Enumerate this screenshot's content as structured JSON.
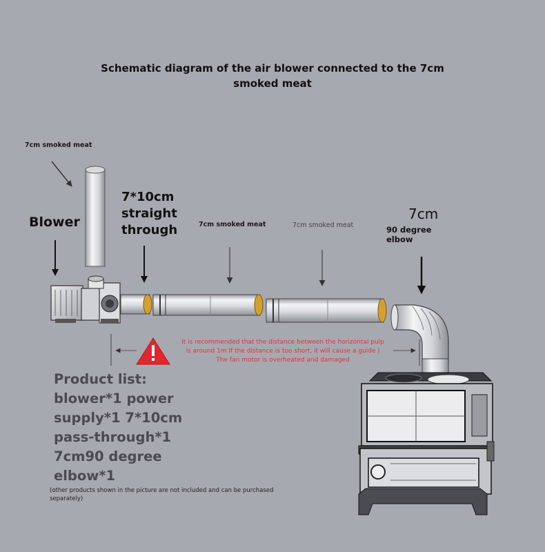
{
  "title_line1": "Schematic diagram of the air blower connected to the 7cm",
  "title_line2": "smoked meat",
  "labels": {
    "vertical_pipe": "7cm smoked meat",
    "blower": "Blower",
    "straight_line1": "7*10cm",
    "straight_line2": "straight",
    "straight_line3": "through",
    "pipe_1": "7cm smoked meat",
    "pipe_2": "7cm smoked meat",
    "elbow_size": "7cm",
    "elbow_line1": "90 degree",
    "elbow_line2": "elbow"
  },
  "warning": {
    "line1": "It is recommended that the distance between the horizontal pulp",
    "line2": "is around 1m If the distance is too short, it will cause a guide |",
    "line3": "The fan motor is overheated and damaged"
  },
  "product_list": {
    "line1": "Product list:",
    "line2": "blower*1 power",
    "line3": "supply*1 7*10cm",
    "line4": "pass-through*1",
    "line5": "7cm90 degree",
    "line6": "elbow*1"
  },
  "note": {
    "line1": "(other products shown in the picture are not included and can be purchased",
    "line2": "separately)"
  },
  "colors": {
    "background": "#a7a9b0",
    "warning_red": "#e0333a",
    "pipe_ring": "#d4a030"
  }
}
